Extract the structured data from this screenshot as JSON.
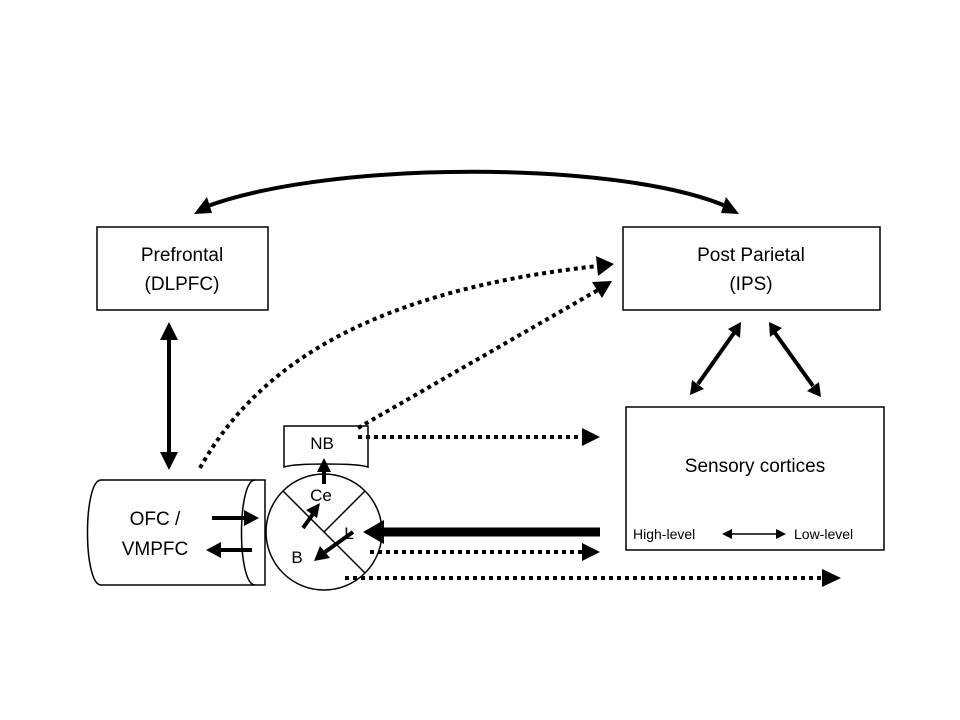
{
  "nodes": {
    "prefrontal": {
      "line1": "Prefrontal",
      "line2": "(DLPFC)"
    },
    "parietal": {
      "line1": "Post Parietal",
      "line2": "(IPS)"
    },
    "sensory": {
      "title": "Sensory cortices",
      "high": "High-level",
      "low": "Low-level"
    },
    "ofc": {
      "line1": "OFC /",
      "line2": "VMPFC"
    },
    "nb": {
      "label": "NB"
    },
    "amygdala": {
      "ce": "Ce",
      "l": "L",
      "b": "B"
    }
  },
  "colors": {
    "ink": "#000000",
    "background": "#ffffff"
  }
}
